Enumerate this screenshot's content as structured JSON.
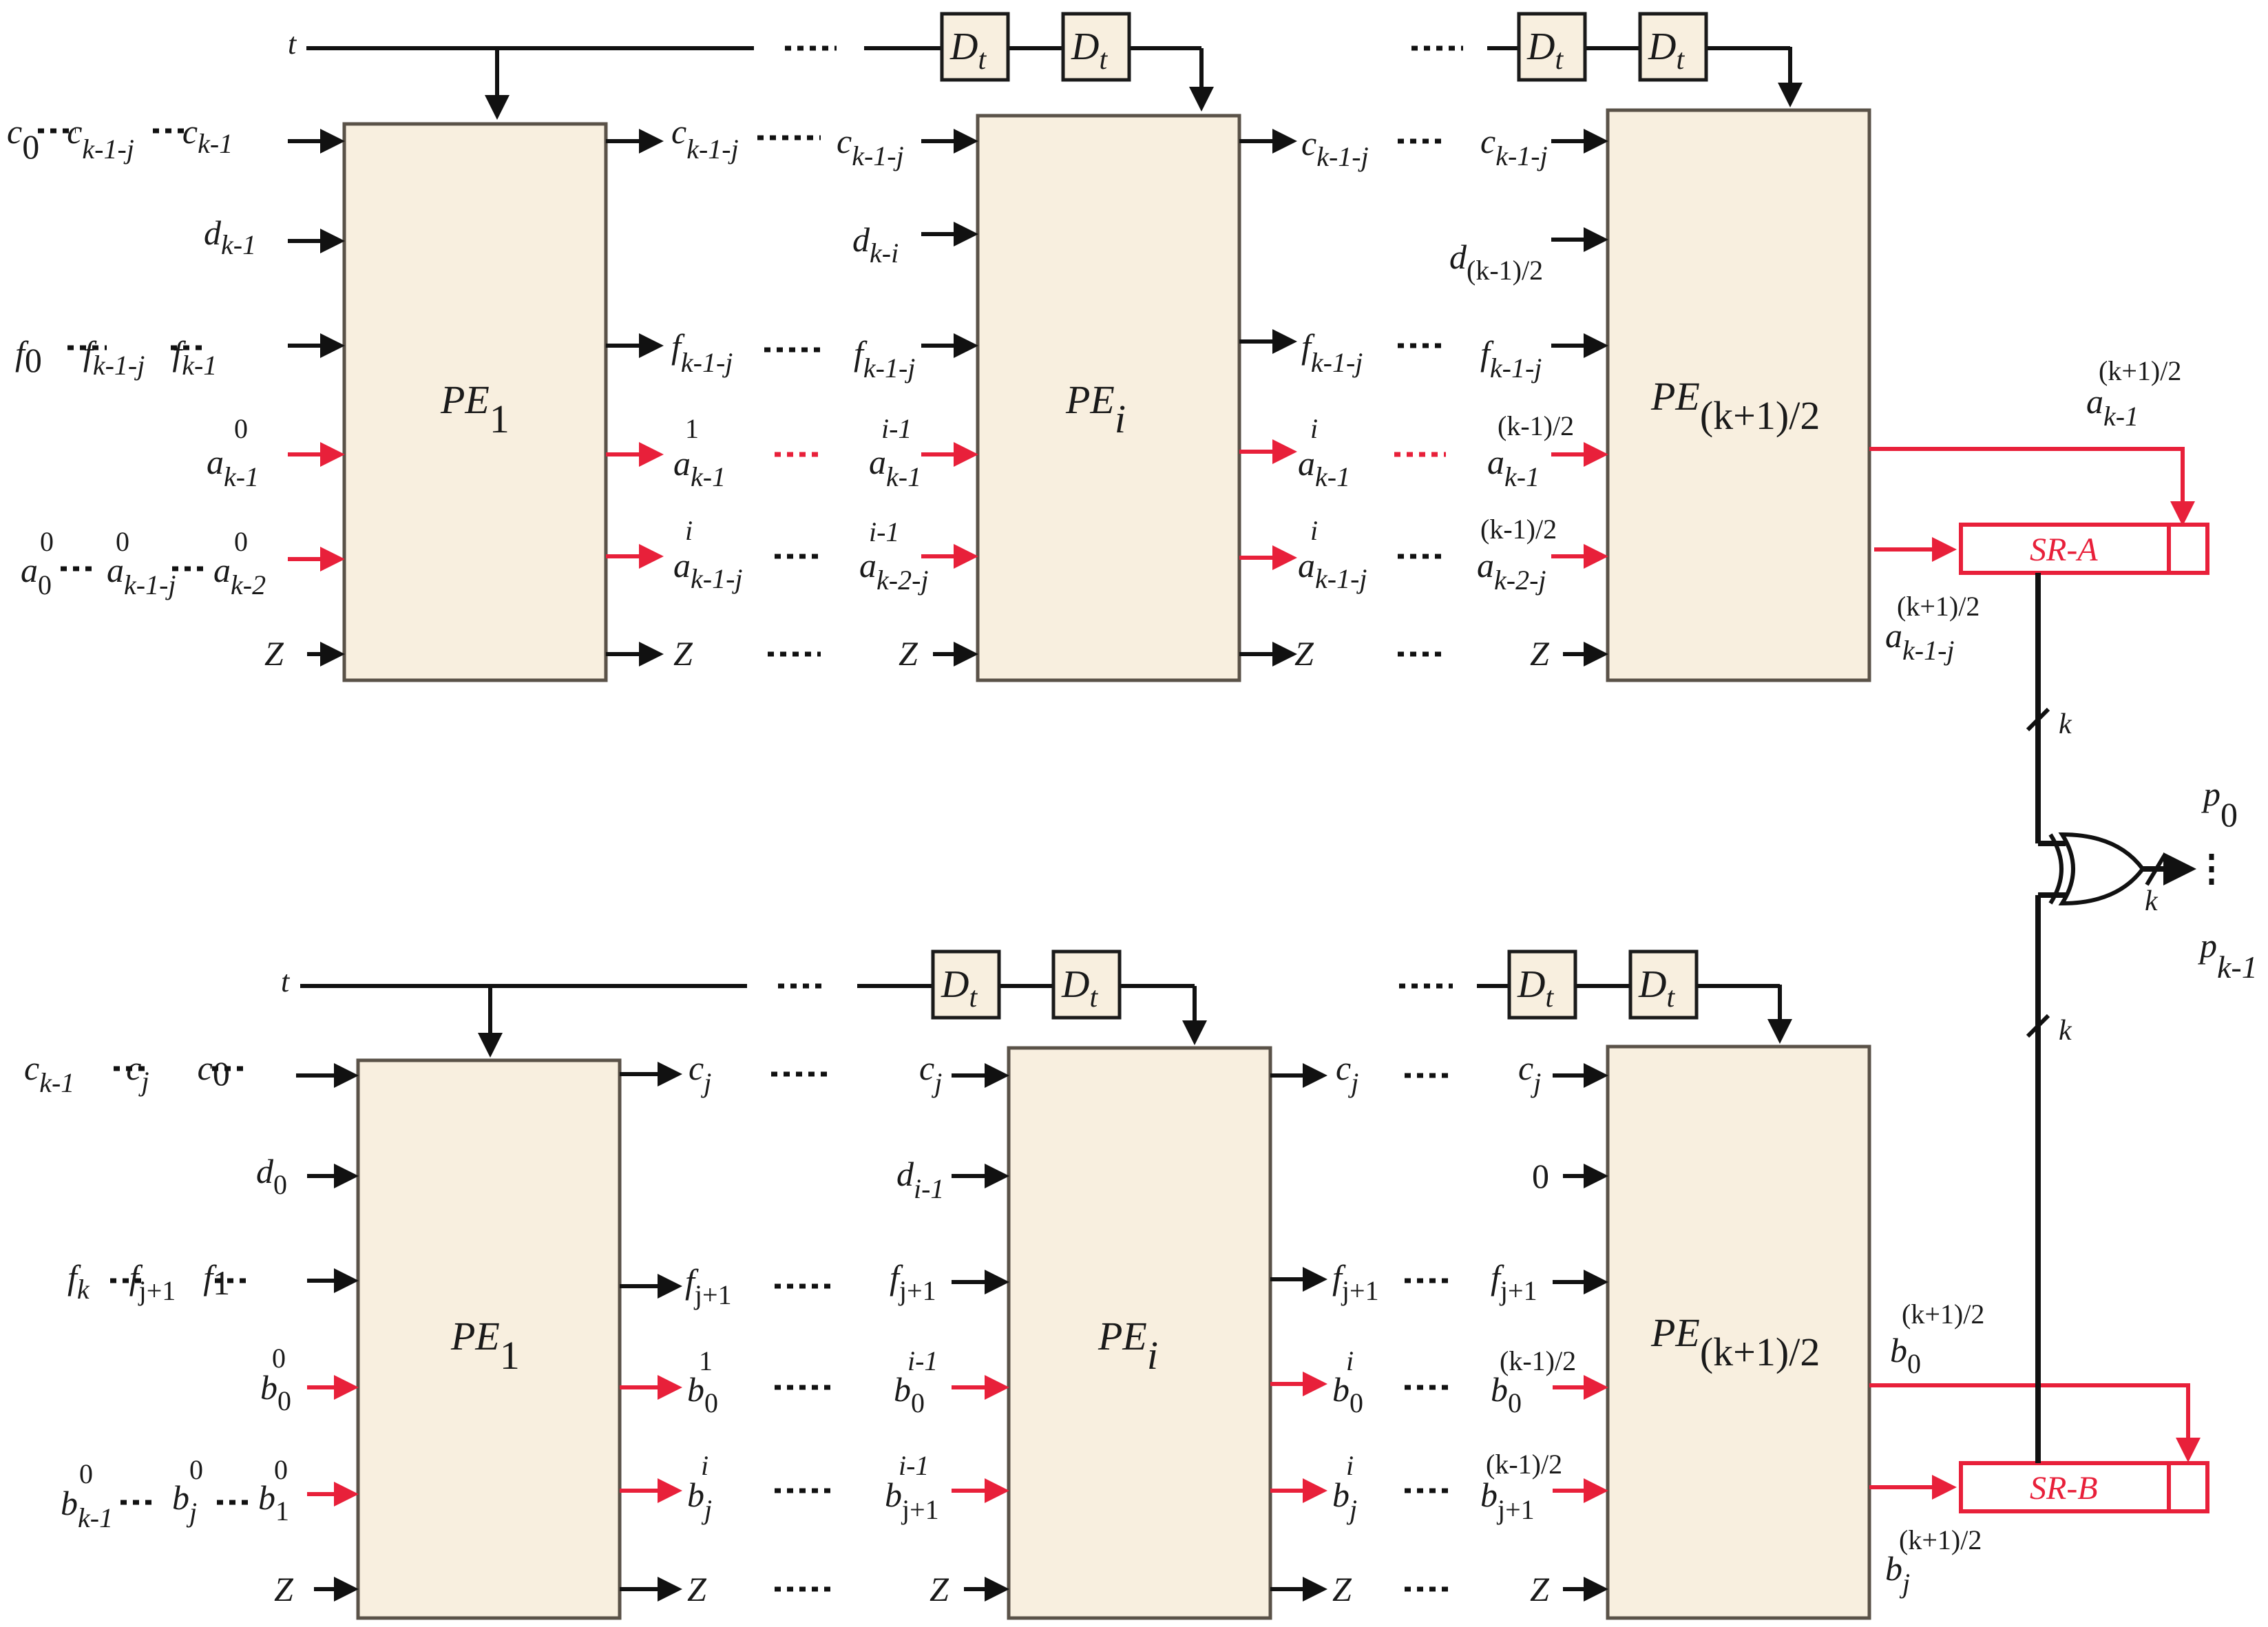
{
  "diagram": {
    "clock": "t",
    "delay": {
      "base": "D",
      "sub": "t"
    },
    "z": "Z",
    "bus_width": "k",
    "top": {
      "pe": [
        {
          "base": "PE",
          "sub": "1"
        },
        {
          "base": "PE",
          "sub": "i"
        },
        {
          "base": "PE",
          "sub": "(k+1)/2"
        }
      ],
      "in1": {
        "c": {
          "c0": "c",
          "c0s": "0",
          "cj": "c",
          "cjs": "k-1-j",
          "ck": "c",
          "cks": "k-1"
        },
        "d": {
          "base": "d",
          "sub": "k-1"
        },
        "f": {
          "f0": "f",
          "f0s": "0",
          "fj": "f",
          "fjs": "k-1-j",
          "fk": "f",
          "fks": "k-1"
        },
        "a1": {
          "base": "a",
          "sub": "k-1",
          "sup": "0"
        },
        "a2": {
          "a0": "a",
          "a0s": "0",
          "a0p": "0",
          "aj": "a",
          "ajs": "k-1-j",
          "ajp": "0",
          "ak": "a",
          "aks": "k-2",
          "akp": "0"
        }
      },
      "out1": {
        "c": {
          "base": "c",
          "sub": "k-1-j"
        },
        "f": {
          "base": "f",
          "sub": "k-1-j"
        },
        "a1": {
          "base": "a",
          "sub": "k-1",
          "sup": "1"
        },
        "a2": {
          "base": "a",
          "sub": "k-1-j",
          "sup": "i"
        }
      },
      "in2": {
        "c": {
          "base": "c",
          "sub": "k-1-j"
        },
        "d": {
          "base": "d",
          "sub": "k-i"
        },
        "f": {
          "base": "f",
          "sub": "k-1-j"
        },
        "a1": {
          "base": "a",
          "sub": "k-1",
          "sup": "i-1"
        },
        "a2": {
          "base": "a",
          "sub": "k-2-j",
          "sup": "i-1"
        }
      },
      "out2": {
        "c": {
          "base": "c",
          "sub": "k-1-j"
        },
        "f": {
          "base": "f",
          "sub": "k-1-j"
        },
        "a1": {
          "base": "a",
          "sub": "k-1",
          "sup": "i"
        },
        "a2": {
          "base": "a",
          "sub": "k-1-j",
          "sup": "i"
        }
      },
      "in3": {
        "c": {
          "base": "c",
          "sub": "k-1-j"
        },
        "d": {
          "base": "d",
          "sub": "(k-1)/2"
        },
        "f": {
          "base": "f",
          "sub": "k-1-j"
        },
        "a1": {
          "base": "a",
          "sub": "k-1",
          "sup": "(k-1)/2"
        },
        "a2": {
          "base": "a",
          "sub": "k-2-j",
          "sup": "(k-1)/2"
        }
      },
      "out3": {
        "a1": {
          "base": "a",
          "sub": "k-1",
          "sup": "(k+1)/2"
        },
        "a2": {
          "base": "a",
          "sub": "k-1-j",
          "sup": "(k+1)/2"
        }
      },
      "sr": "SR-A"
    },
    "bottom": {
      "pe": [
        {
          "base": "PE",
          "sub": "1"
        },
        {
          "base": "PE",
          "sub": "i"
        },
        {
          "base": "PE",
          "sub": "(k+1)/2"
        }
      ],
      "in1": {
        "c": {
          "ck": "c",
          "cks": "k-1",
          "cj": "c",
          "cjs": "j",
          "c0": "c",
          "c0s": "0"
        },
        "d": {
          "base": "d",
          "sub": "0"
        },
        "f": {
          "fk": "f",
          "fks": "k",
          "fj": "f",
          "fjs": "j+1",
          "f1": "f",
          "f1s": "1"
        },
        "b1": {
          "base": "b",
          "sub": "0",
          "sup": "0"
        },
        "b2": {
          "bk": "b",
          "bks": "k-1",
          "bkp": "0",
          "bj": "b",
          "bjs": "j",
          "bjp": "0",
          "b1": "b",
          "b1s": "1",
          "b1p": "0"
        }
      },
      "out1": {
        "c": {
          "base": "c",
          "sub": "j"
        },
        "f": {
          "base": "f",
          "sub": "j+1"
        },
        "b1": {
          "base": "b",
          "sub": "0",
          "sup": "1"
        },
        "b2": {
          "base": "b",
          "sub": "j",
          "sup": "i"
        }
      },
      "in2": {
        "c": {
          "base": "c",
          "sub": "j"
        },
        "d": {
          "base": "d",
          "sub": "i-1"
        },
        "f": {
          "base": "f",
          "sub": "j+1"
        },
        "b1": {
          "base": "b",
          "sub": "0",
          "sup": "i-1"
        },
        "b2": {
          "base": "b",
          "sub": "j+1",
          "sup": "i-1"
        }
      },
      "out2": {
        "c": {
          "base": "c",
          "sub": "j"
        },
        "f": {
          "base": "f",
          "sub": "j+1"
        },
        "b1": {
          "base": "b",
          "sub": "0",
          "sup": "i"
        },
        "b2": {
          "base": "b",
          "sub": "j",
          "sup": "i"
        }
      },
      "in3": {
        "c": {
          "base": "c",
          "sub": "j"
        },
        "d": "0",
        "f": {
          "base": "f",
          "sub": "j+1"
        },
        "b1": {
          "base": "b",
          "sub": "0",
          "sup": "(k-1)/2"
        },
        "b2": {
          "base": "b",
          "sub": "j+1",
          "sup": "(k-1)/2"
        }
      },
      "out3": {
        "b1": {
          "base": "b",
          "sub": "0",
          "sup": "(k+1)/2"
        },
        "b2": {
          "base": "b",
          "sub": "j",
          "sup": "(k+1)/2"
        }
      },
      "sr": "SR-B"
    },
    "output": {
      "p0": {
        "base": "p",
        "sub": "0"
      },
      "pk": {
        "base": "p",
        "sub": "k-1"
      }
    }
  }
}
